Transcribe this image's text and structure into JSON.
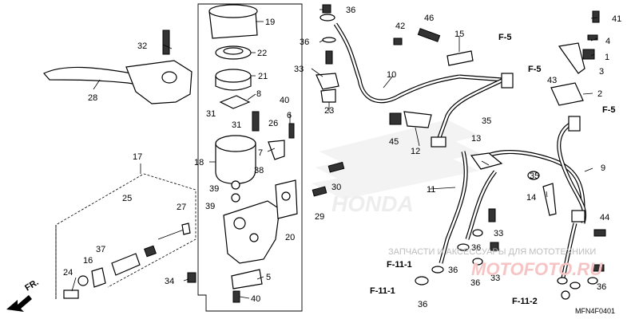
{
  "callouts": {
    "c1": "1",
    "c2": "2",
    "c3": "3",
    "c4": "4",
    "c5": "5",
    "c6": "6",
    "c7": "7",
    "c8": "8",
    "c9": "9",
    "c10": "10",
    "c11": "11",
    "c12": "12",
    "c13": "13",
    "c14": "14",
    "c15": "15",
    "c16": "16",
    "c17": "17",
    "c18": "18",
    "c19": "19",
    "c20": "20",
    "c21": "21",
    "c22": "22",
    "c23": "23",
    "c24": "24",
    "c25": "25",
    "c26": "26",
    "c27": "27",
    "c28": "28",
    "c29": "29",
    "c30": "30",
    "c31a": "31",
    "c31b": "31",
    "c32": "32",
    "c33a": "33",
    "c33b": "33",
    "c33c": "33",
    "c34": "34",
    "c35a": "35",
    "c35b": "35",
    "c36a": "36",
    "c36b": "36",
    "c36c": "36",
    "c36d": "36",
    "c36e": "36",
    "c36f": "36",
    "c36g": "36",
    "c37": "37",
    "c38": "38",
    "c39a": "39",
    "c39b": "39",
    "c40a": "40",
    "c40b": "40",
    "c41": "41",
    "c42": "42",
    "c43": "43",
    "c44": "44",
    "c45": "45",
    "c46": "46"
  },
  "refs": {
    "f5a": "F-5",
    "f5b": "F-5",
    "f5c": "F-5",
    "f111a": "F-11-1",
    "f111b": "F-11-1",
    "f112": "F-11-2"
  },
  "direction": "FR.",
  "diagram_code": "MFN4F0401",
  "watermark": {
    "line": "ЗАПЧАСТИ И АКСЕССУАРЫ ДЛЯ МОТОТЕХНИКИ",
    "brand": "MOTOFOTO.RU",
    "logo": "HONDA"
  }
}
